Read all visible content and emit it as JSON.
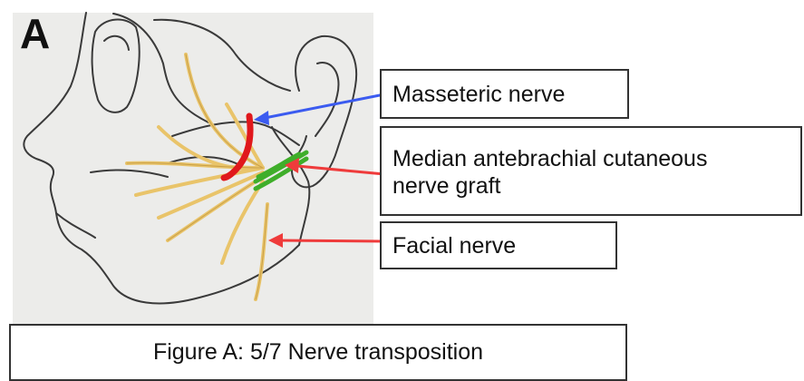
{
  "figure": {
    "panel_letter": "A",
    "caption": "Figure A: 5/7 Nerve transposition"
  },
  "labels": {
    "masseteric": "Masseteric nerve",
    "median_line1": "Median antebrachial cutaneous",
    "median_line2": "nerve graft",
    "facial": "Facial nerve"
  },
  "colors": {
    "masseteric_arrow": "#3b5bf0",
    "graft_arrow": "#ef3b3b",
    "facial_arrow": "#ef3b3b",
    "masseteric_nerve": "#e0181c",
    "graft": "#3fae2a",
    "facial_nerve": "#e9c46a",
    "sketch_line": "#3a3a3a"
  }
}
